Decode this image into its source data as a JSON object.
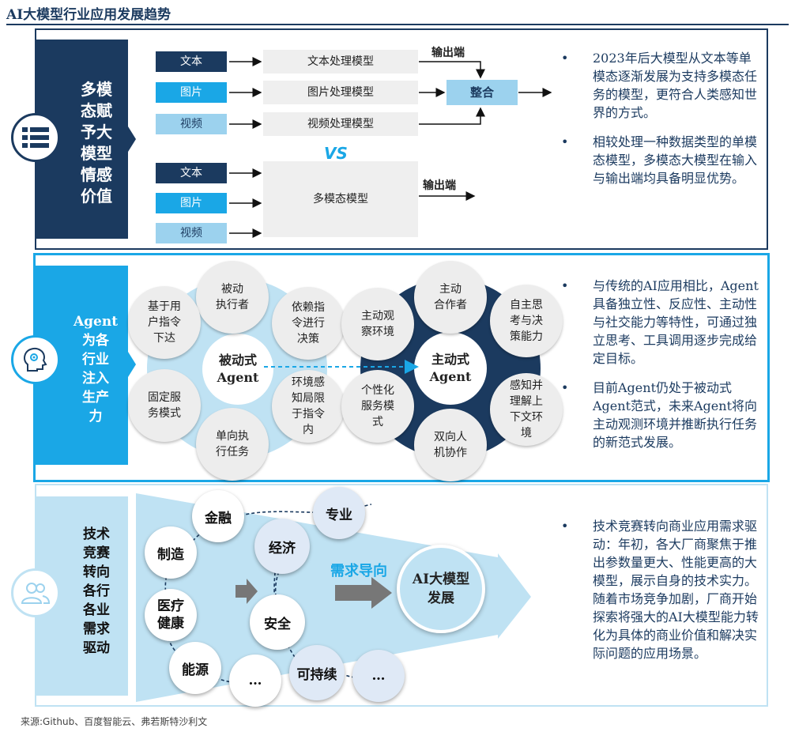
{
  "title": "AI大模型行业应用发展趋势",
  "section1": {
    "label": "多模态赋予大模型情感价值",
    "label_lines": [
      "多模",
      "态赋",
      "予大",
      "模型",
      "情感",
      "价值"
    ],
    "inputs_top": [
      "文本",
      "图片",
      "视频"
    ],
    "models_top": [
      "文本处理模型",
      "图片处理模型",
      "视频处理模型"
    ],
    "output_label": "输出端",
    "merge_label": "整合",
    "vs": "VS",
    "inputs_bottom": [
      "文本",
      "图片",
      "视频"
    ],
    "model_bottom": "多模态模型",
    "output_label_bottom": "输出端",
    "bullets": [
      "2023年后大模型从文本等单模态逐渐发展为支持多模态任务的模型，更符合人类感知世界的方式。",
      "相较处理一种数据类型的单模态模型，多模态大模型在输入与输出端均具备明显优势。"
    ]
  },
  "section2": {
    "label_lines": [
      "Agent",
      "为各",
      "行业",
      "注入",
      "生产",
      "力"
    ],
    "passive_center": [
      "被动式",
      "Agent"
    ],
    "passive_items": [
      [
        "被动",
        "执行者"
      ],
      [
        "依赖指",
        "令进行",
        "决策"
      ],
      [
        "环境感",
        "知局限",
        "于指令",
        "内"
      ],
      [
        "单向执",
        "行任务"
      ],
      [
        "固定服",
        "务模式"
      ],
      [
        "基于用",
        "户指令",
        "下达"
      ]
    ],
    "active_center": [
      "主动式",
      "Agent"
    ],
    "active_items": [
      [
        "主动",
        "合作者"
      ],
      [
        "自主思",
        "考与决",
        "策能力"
      ],
      [
        "感知并",
        "理解上",
        "下文环",
        "境"
      ],
      [
        "双向人",
        "机协作"
      ],
      [
        "个性化",
        "服务模",
        "式"
      ],
      [
        "主动观",
        "察环境"
      ]
    ],
    "bullets": [
      "与传统的AI应用相比，Agent具备独立性、反应性、主动性与社交能力等特性，可通过独立思考、工具调用逐步完成给定目标。",
      "目前Agent仍处于被动式Agent范式，未来Agent将向主动观测环境并推断执行任务的新范式发展。"
    ]
  },
  "section3": {
    "label_lines": [
      "技术",
      "竞赛",
      "转向",
      "各行",
      "各业",
      "需求",
      "驱动"
    ],
    "bubbles_left": [
      "金融",
      "制造",
      "医疗\n健康",
      "能源",
      "…"
    ],
    "bubbles_mid": [
      "专业",
      "经济",
      "安全",
      "可持续",
      "…"
    ],
    "demand_label": "需求导向",
    "target": [
      "AI大模型",
      "发展"
    ],
    "bullets": [
      "技术竞赛转向商业应用需求驱动：年初，各大厂商聚焦于推出参数量更大、性能更高的大模型，展示自身的技术实力。随着市场竞争加剧，厂商开始探索将强大的AI大模型能力转化为具体的商业价值和解决实际问题的应用场景。"
    ]
  },
  "source": "来源:Github、百度智能云、弗若斯特沙利文",
  "colors": {
    "navy": "#1b3a5f",
    "blue": "#1aa7e6",
    "light": "#9cd2ee",
    "pale": "#bfe2f3"
  }
}
